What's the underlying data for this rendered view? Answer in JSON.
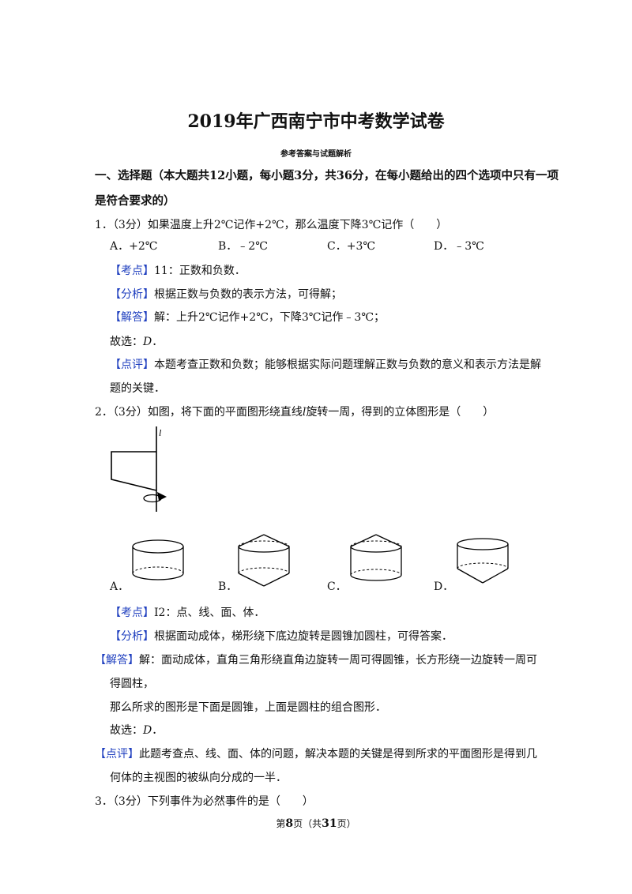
{
  "doc": {
    "title": "2019年广西南宁市中考数学试卷",
    "subtitle": "参考答案与试题解析"
  },
  "section1": {
    "line1": "一、选择题（本大题共12小题，每小题3分，共36分，在每小题给出的四个选项中只有一项",
    "line2": "是符合要求的）"
  },
  "q1": {
    "stem": "1．（3分）如果温度上升2℃记作+2℃，那么温度下降3℃记作（　　）",
    "options": [
      "A．+2℃",
      "B．﹣2℃",
      "C．+3℃",
      "D．﹣3℃"
    ],
    "kaodian_tag": "【考点】",
    "kaodian": "11：正数和负数．",
    "fenxi_tag": "【分析】",
    "fenxi": "根据正数与负数的表示方法，可得解；",
    "jieda_tag": "【解答】",
    "jieda": "解：上升2℃记作+2℃，下降3℃记作﹣3℃；",
    "guxuan_prefix": "故选：",
    "guxuan_answer": "D",
    "guxuan_suffix": "．",
    "dianping_tag": "【点评】",
    "dianping_line1": "本题考查正数和负数；能够根据实际问题理解正数与负数的意义和表示方法是解",
    "dianping_line2": "题的关键．"
  },
  "q2": {
    "stem_before": "2．（3分）如图，将下面的平面图形绕直线",
    "stem_var": "l",
    "stem_after": "旋转一周，得到的立体图形是（　　）",
    "figure_label": "l",
    "options": [
      "A．",
      "B．",
      "C．",
      "D．"
    ],
    "kaodian_tag": "【考点】",
    "kaodian": "I2：点、线、面、体．",
    "fenxi_tag": "【分析】",
    "fenxi": "根据面动成体，梯形绕下底边旋转是圆锥加圆柱，可得答案．",
    "jieda_tag": "【解答】",
    "jieda_line1": "解：面动成体，直角三角形绕直角边旋转一周可得圆锥，长方形绕一边旋转一周可",
    "jieda_line2": "得圆柱，",
    "jieda_line3": "那么所求的图形是下面是圆锥，上面是圆柱的组合图形．",
    "guxuan_prefix": "故选：",
    "guxuan_answer": "D",
    "guxuan_suffix": "．",
    "dianping_tag": "【点评】",
    "dianping_line1": "此题考查点、线、面、体的问题，解决本题的关键是得到所求的平面图形是得到几",
    "dianping_line2": "何体的主视图的被纵向分成的一半．"
  },
  "q3": {
    "stem": "3．（3分）下列事件为必然事件的是（　　）"
  },
  "footer": {
    "prefix": "第",
    "page": "8",
    "middle": "页（共",
    "total": "31",
    "suffix": "页）"
  }
}
